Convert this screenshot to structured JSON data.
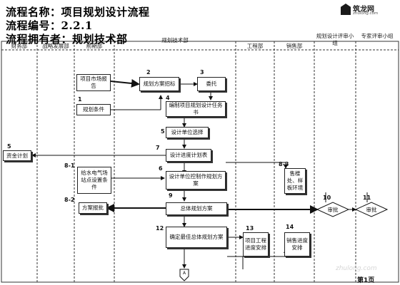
{
  "header": {
    "flow_name_label": "流程名称：",
    "flow_name": "项目规划设计流程",
    "flow_code_label": "流程编号：",
    "flow_code": "2.2.1",
    "owner_label": "流程拥有者：",
    "owner": "规划技术部"
  },
  "logo": {
    "name": "筑龙网",
    "url": "zhulong.com"
  },
  "lanes": [
    {
      "id": "finance",
      "title": "财务部"
    },
    {
      "id": "strategy",
      "title": "战略发展部"
    },
    {
      "id": "front",
      "title": "前期部"
    },
    {
      "id": "planning",
      "title": "规划技术部"
    },
    {
      "id": "engineering",
      "title": "工程部"
    },
    {
      "id": "sales",
      "title": "销售部"
    },
    {
      "id": "review",
      "title": "规划设计评审小组"
    },
    {
      "id": "expert",
      "title": "专家评审小组"
    }
  ],
  "nodes": [
    {
      "id": "n1a",
      "num": "",
      "text": "项目市场报告"
    },
    {
      "id": "n1",
      "num": "1",
      "text": "规划条件"
    },
    {
      "id": "n2",
      "num": "2",
      "text": "规划方案招标"
    },
    {
      "id": "n3",
      "num": "3",
      "text": "委托"
    },
    {
      "id": "n4",
      "num": "4",
      "text": "编制项目规划设计任务书"
    },
    {
      "id": "n5",
      "num": "5",
      "text": "设计单位选择"
    },
    {
      "id": "n6",
      "num": "6",
      "text": "设计单位控制作规划方案"
    },
    {
      "id": "n7",
      "num": "7",
      "text": "设计进度计划表"
    },
    {
      "id": "n7f",
      "num": "5",
      "text": "资金计划"
    },
    {
      "id": "n81",
      "num": "8-1",
      "text": "给水电气场站点设置条件"
    },
    {
      "id": "n82",
      "num": "8-2",
      "text": "方案报批"
    },
    {
      "id": "n83",
      "num": "8-3",
      "text": "售楼处、样板环境"
    },
    {
      "id": "n9",
      "num": "9",
      "text": "总体规划方案"
    },
    {
      "id": "n10",
      "num": "10",
      "text": "审批"
    },
    {
      "id": "n11",
      "num": "11",
      "text": "审批"
    },
    {
      "id": "n12",
      "num": "12",
      "text": "确定最佳总体规划方案"
    },
    {
      "id": "n13",
      "num": "13",
      "text": "项目工程进度安排"
    },
    {
      "id": "n14",
      "num": "14",
      "text": "销售进度安排"
    },
    {
      "id": "nA",
      "num": "",
      "text": "A"
    }
  ],
  "footer": {
    "page": "第1页"
  },
  "watermark": "zhulong.com"
}
